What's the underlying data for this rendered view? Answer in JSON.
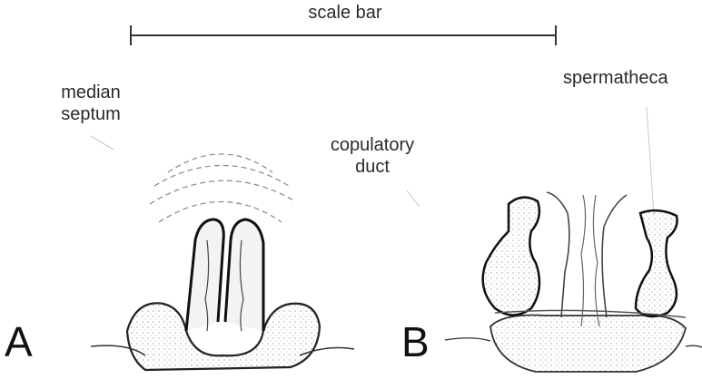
{
  "scale_bar_label": "scale bar",
  "labels": {
    "median_septum_line1": "median",
    "median_septum_line2": "septum",
    "copulatory_duct_line1": "copulatory",
    "copulatory_duct_line2": "duct",
    "spermatheca": "spermatheca"
  },
  "panels": {
    "a": "A",
    "b": "B"
  }
}
